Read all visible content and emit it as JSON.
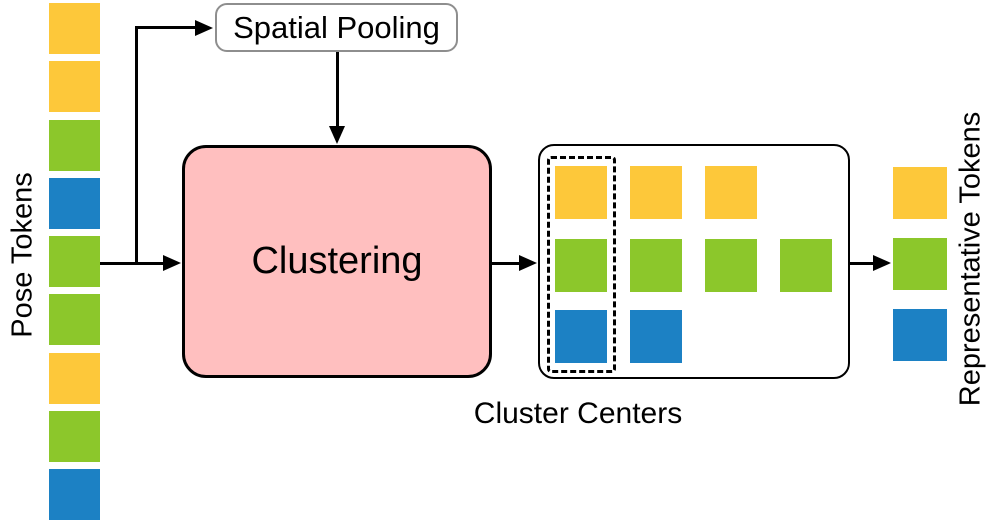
{
  "labels": {
    "pose_tokens": "Pose Tokens",
    "spatial_pooling": "Spatial Pooling",
    "clustering": "Clustering",
    "cluster_centers": "Cluster Centers",
    "representative_tokens": "Representative Tokens"
  },
  "colors": {
    "yellow": "#FDC83A",
    "green": "#8CC72B",
    "blue": "#1C81C4",
    "clustering_fill": "#FFBFBF",
    "pooling_border": "#8E8E8E",
    "outline": "#000000"
  },
  "pose_tokens": [
    "yellow",
    "yellow",
    "green",
    "blue",
    "green",
    "green",
    "yellow",
    "green",
    "blue"
  ],
  "cluster_center_rows": [
    {
      "color": "yellow",
      "count": 3
    },
    {
      "color": "green",
      "count": 4
    },
    {
      "color": "blue",
      "count": 2
    }
  ],
  "dashed_box_highlight": "first column of cluster centers",
  "representative_tokens": [
    "yellow",
    "green",
    "blue"
  ]
}
